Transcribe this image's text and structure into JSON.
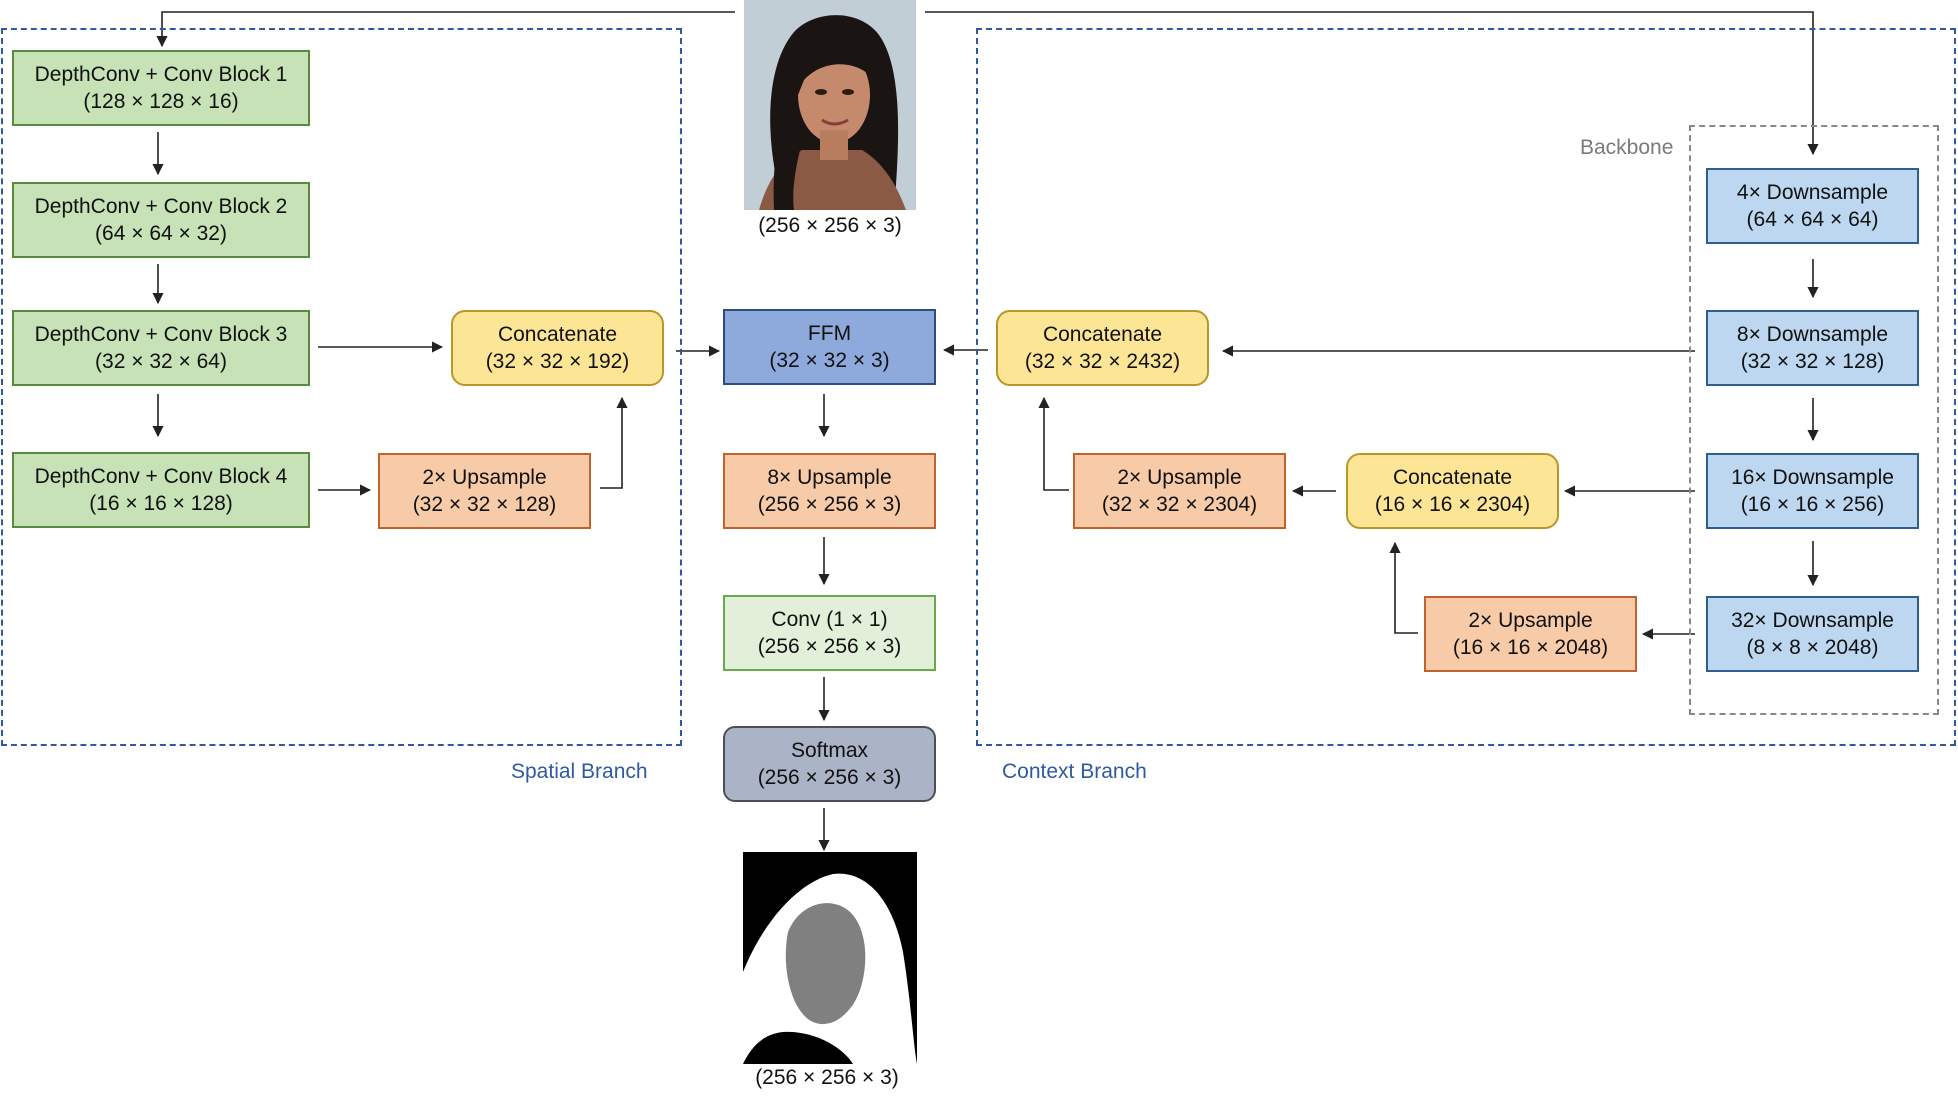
{
  "regions": {
    "spatial_label": "Spatial Branch",
    "context_label": "Context Branch",
    "backbone_label": "Backbone"
  },
  "input": {
    "caption": "(256 × 256 × 3)"
  },
  "output": {
    "caption": "(256 × 256 × 3)"
  },
  "spatial": {
    "block1": {
      "title": "DepthConv + Conv Block 1",
      "dims": "(128 × 128 × 16)"
    },
    "block2": {
      "title": "DepthConv + Conv Block 2",
      "dims": "(64 × 64 × 32)"
    },
    "block3": {
      "title": "DepthConv + Conv Block 3",
      "dims": "(32 × 32 × 64)"
    },
    "block4": {
      "title": "DepthConv + Conv Block 4",
      "dims": "(16 × 16 × 128)"
    },
    "concat": {
      "title": "Concatenate",
      "dims": "(32 × 32 × 192)"
    },
    "upsample": {
      "title": "2× Upsample",
      "dims": "(32 × 32 × 128)"
    }
  },
  "center": {
    "ffm": {
      "title": "FFM",
      "dims": "(32 × 32 × 3)"
    },
    "upsample8": {
      "title": "8× Upsample",
      "dims": "(256 × 256 × 3)"
    },
    "conv": {
      "title": "Conv (1 × 1)",
      "dims": "(256 × 256 × 3)"
    },
    "softmax": {
      "title": "Softmax",
      "dims": "(256 × 256 × 3)"
    }
  },
  "context": {
    "concat_top": {
      "title": "Concatenate",
      "dims": "(32 × 32 × 2432)"
    },
    "upsample_a": {
      "title": "2× Upsample",
      "dims": "(32 × 32 × 2304)"
    },
    "concat_mid": {
      "title": "Concatenate",
      "dims": "(16 × 16 × 2304)"
    },
    "upsample_b": {
      "title": "2× Upsample",
      "dims": "(16 × 16 × 2048)"
    },
    "down4": {
      "title": "4× Downsample",
      "dims": "(64 × 64 × 64)"
    },
    "down8": {
      "title": "8× Downsample",
      "dims": "(32 × 32 × 128)"
    },
    "down16": {
      "title": "16× Downsample",
      "dims": "(16 × 16 × 256)"
    },
    "down32": {
      "title": "32× Downsample",
      "dims": "(8 × 8 × 2048)"
    }
  },
  "colors": {
    "region_border": "#2f5aa0",
    "arrow": "#222222"
  },
  "icons": {
    "input_image": "portrait-photo-icon",
    "output_image": "segmentation-mask-icon"
  }
}
